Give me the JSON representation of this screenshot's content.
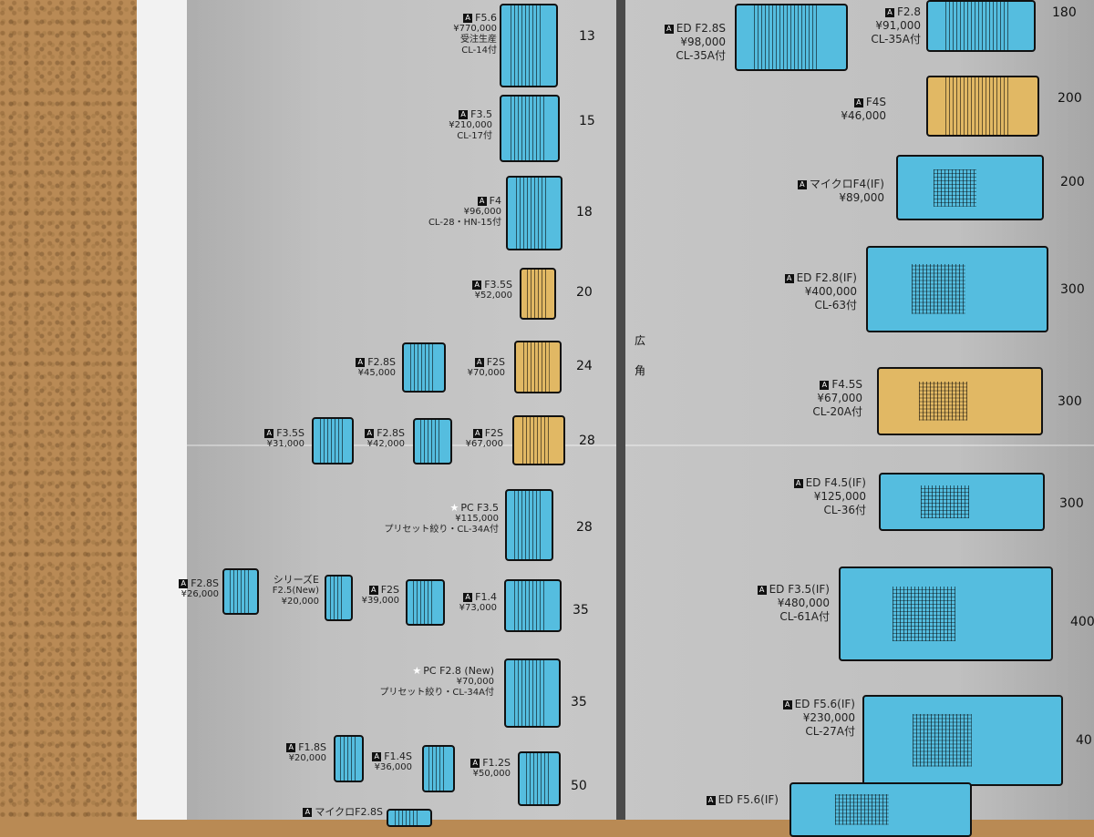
{
  "left_lenses": [
    {
      "id": "l13",
      "lines": [
        "F5.6",
        "¥770,000",
        "受注生産",
        "CL-14付"
      ],
      "mm": "13",
      "ai": true
    },
    {
      "id": "l15",
      "lines": [
        "F3.5",
        "¥210,000",
        "CL-17付"
      ],
      "mm": "15",
      "ai": true
    },
    {
      "id": "l18",
      "lines": [
        "F4",
        "¥96,000",
        "CL-28・HN-15付"
      ],
      "mm": "18",
      "ai": true
    },
    {
      "id": "l20",
      "lines": [
        "F3.5S",
        "¥52,000"
      ],
      "mm": "20",
      "ai": true
    },
    {
      "id": "l24a",
      "lines": [
        "F2.8S",
        "¥45,000"
      ],
      "ai": true
    },
    {
      "id": "l24b",
      "lines": [
        "F2S",
        "¥70,000"
      ],
      "mm": "24",
      "ai": true
    },
    {
      "id": "l28a",
      "lines": [
        "F3.5S",
        "¥31,000"
      ],
      "ai": true
    },
    {
      "id": "l28b",
      "lines": [
        "F2.8S",
        "¥42,000"
      ],
      "ai": true
    },
    {
      "id": "l28c",
      "lines": [
        "F2S",
        "¥67,000"
      ],
      "mm": "28",
      "ai": true
    },
    {
      "id": "l28pc",
      "lines": [
        "PC F3.5",
        "¥115,000",
        "プリセット絞り・CL-34A付"
      ],
      "mm": "28",
      "star": true
    },
    {
      "id": "l35a",
      "lines": [
        "F2.8S",
        "¥26,000"
      ],
      "ai": true
    },
    {
      "id": "l35b",
      "lines": [
        "シリーズE",
        "F2.5(New)",
        "¥20,000"
      ]
    },
    {
      "id": "l35c",
      "lines": [
        "F2S",
        "¥39,000"
      ],
      "ai": true
    },
    {
      "id": "l35d",
      "lines": [
        "F1.4",
        "¥73,000"
      ],
      "mm": "35",
      "ai": true
    },
    {
      "id": "l35pc",
      "lines": [
        "PC F2.8 (New)",
        "¥70,000",
        "プリセット絞り・CL-34A付"
      ],
      "mm": "35",
      "star": true
    },
    {
      "id": "l50a",
      "lines": [
        "F1.8S",
        "¥20,000"
      ],
      "ai": true
    },
    {
      "id": "l50b",
      "lines": [
        "F1.4S",
        "¥36,000"
      ],
      "ai": true
    },
    {
      "id": "l50c",
      "lines": [
        "F1.2S",
        "¥50,000"
      ],
      "mm": "50",
      "ai": true
    },
    {
      "id": "l55",
      "lines": [
        "マイクロF2.8S"
      ],
      "ai": true
    }
  ],
  "right_lenses": [
    {
      "id": "r180a",
      "lines": [
        "ED F2.8S",
        "¥98,000",
        "CL-35A付"
      ],
      "ai": true
    },
    {
      "id": "r180b",
      "lines": [
        "F2.8",
        "¥91,000",
        "CL-35A付"
      ],
      "mm": "180",
      "ai": true
    },
    {
      "id": "r200a",
      "lines": [
        "F4S",
        "¥46,000"
      ],
      "mm": "200",
      "ai": true
    },
    {
      "id": "r200m",
      "lines": [
        "マイクロF4(IF)",
        "¥89,000"
      ],
      "mm": "200",
      "ai": true
    },
    {
      "id": "r300a",
      "lines": [
        "ED F2.8(IF)",
        "¥400,000",
        "CL-63付"
      ],
      "mm": "300",
      "ai": true
    },
    {
      "id": "r300b",
      "lines": [
        "F4.5S",
        "¥67,000",
        "CL-20A付"
      ],
      "mm": "300",
      "ai": true
    },
    {
      "id": "r300c",
      "lines": [
        "ED F4.5(IF)",
        "¥125,000",
        "CL-36付"
      ],
      "mm": "300",
      "ai": true
    },
    {
      "id": "r400a",
      "lines": [
        "ED F3.5(IF)",
        "¥480,000",
        "CL-61A付"
      ],
      "mm": "400",
      "ai": true
    },
    {
      "id": "r400b",
      "lines": [
        "ED F5.6(IF)",
        "¥230,000",
        "CL-27A付"
      ],
      "mm": "40",
      "ai": true
    },
    {
      "id": "r500",
      "lines": [
        "ED F5.6(IF)"
      ],
      "ai": true
    }
  ],
  "section_label": [
    "広",
    "角"
  ]
}
